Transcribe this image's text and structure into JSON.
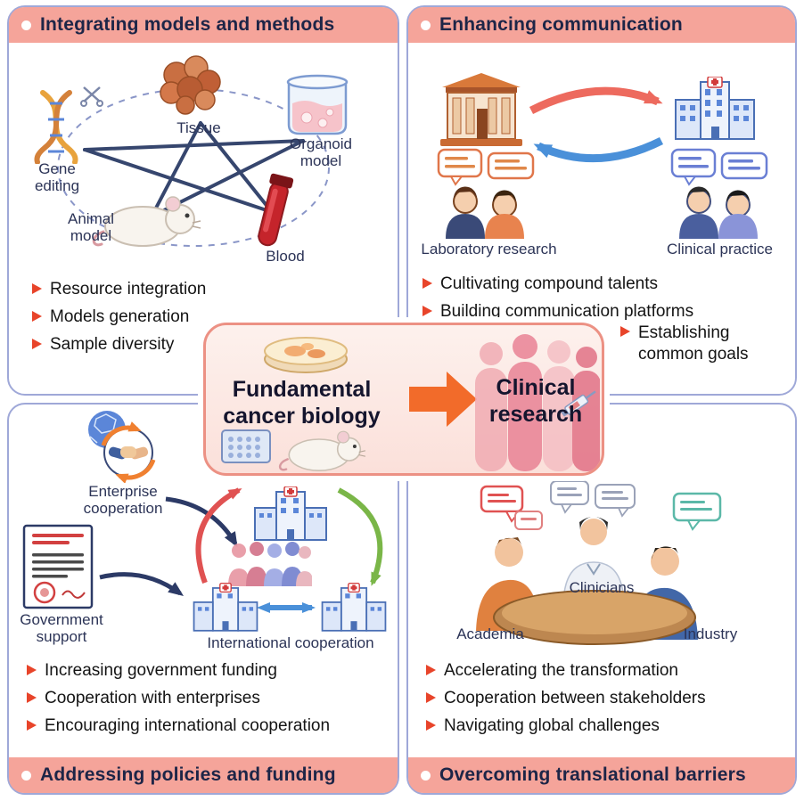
{
  "panels": {
    "integrating": {
      "title": "Integrating models and methods",
      "nodes": {
        "tissue": "Tissue",
        "organoid": "Organoid model",
        "gene": "Gene editing",
        "animal": "Animal model",
        "blood": "Blood"
      },
      "bullets": [
        "Resource integration",
        "Models generation",
        "Sample diversity"
      ]
    },
    "communication": {
      "title": "Enhancing communication",
      "labels": {
        "laboratory": "Laboratory research",
        "clinical": "Clinical practice"
      },
      "bullets": [
        "Cultivating compound talents",
        "Building communication platforms",
        "Establishing common goals"
      ]
    },
    "policies": {
      "title": "Addressing policies and funding",
      "labels": {
        "enterprise": "Enterprise cooperation",
        "government": "Government support",
        "international": "International cooperation"
      },
      "bullets": [
        "Increasing government funding",
        "Cooperation with enterprises",
        "Encouraging international cooperation"
      ]
    },
    "barriers": {
      "title": "Overcoming translational barriers",
      "labels": {
        "academia": "Academia",
        "clinicians": "Clinicians",
        "industry": "Industry"
      },
      "bullets": [
        "Accelerating the transformation",
        "Cooperation between stakeholders",
        "Navigating global challenges"
      ]
    }
  },
  "center": {
    "left_label": "Fundamental cancer biology",
    "right_label": "Clinical research"
  },
  "colors": {
    "banner": "#f5a49a",
    "panel_border": "#9fa8d8",
    "bullet_marker": "#e8442a",
    "title_text": "#1d2547",
    "center_border": "#ec9184",
    "center_arrow": "#f26b2a",
    "star_lines": "#36466e",
    "red_arrow": "#ed6a5e",
    "blue_arrow": "#4a90d9",
    "green_arrow": "#7ab648"
  }
}
